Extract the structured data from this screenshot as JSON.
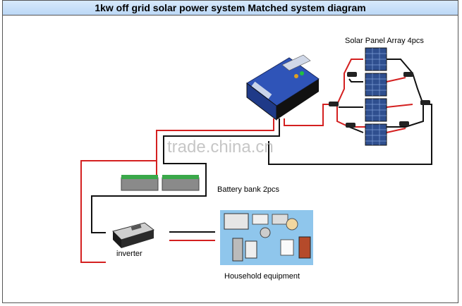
{
  "title": "1kw off grid solar power system Matched system diagram",
  "labels": {
    "solar_array": "Solar Panel Array 4pcs",
    "battery_bank": "Battery bank 2pcs",
    "inverter": "inverter",
    "household": "Household equipment"
  },
  "watermark": "trade.china.cn",
  "colors": {
    "positive_wire": "#d42020",
    "negative_wire": "#111111",
    "title_bg": "#c6def8",
    "controller": "#2a4aa8"
  }
}
